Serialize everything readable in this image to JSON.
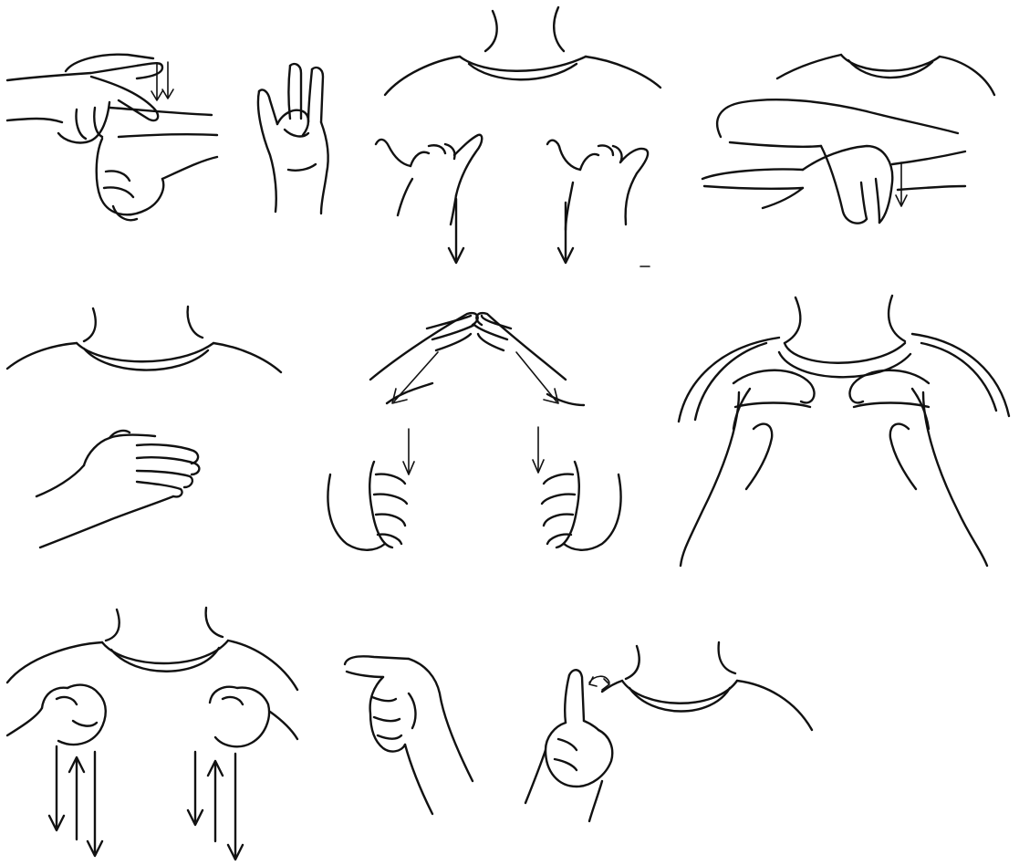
{
  "figure": {
    "title": "",
    "background": "#ffffff",
    "line_color": "#111111",
    "panels": [
      {
        "key": "tap-wrist",
        "icon": "finger-tapping-wrist-icon"
      },
      {
        "key": "w-hand",
        "icon": "three-finger-handshape-icon"
      },
      {
        "key": "y-hands-down",
        "icon": "y-handshape-downward-icon"
      },
      {
        "key": "arm-across",
        "icon": "forearm-across-body-icon"
      },
      {
        "key": "flat-hand-chest",
        "icon": "flat-hand-at-chest-icon"
      },
      {
        "key": "roof-hands",
        "icon": "roof-hands-down-icon"
      },
      {
        "key": "collar-grip",
        "icon": "hands-grip-collar-icon"
      },
      {
        "key": "fists-up-down",
        "icon": "fists-up-down-icon"
      },
      {
        "key": "pointing-hand",
        "icon": "pointing-index-hand-icon"
      },
      {
        "key": "index-at-neck",
        "icon": "index-finger-at-neck-icon"
      }
    ]
  }
}
